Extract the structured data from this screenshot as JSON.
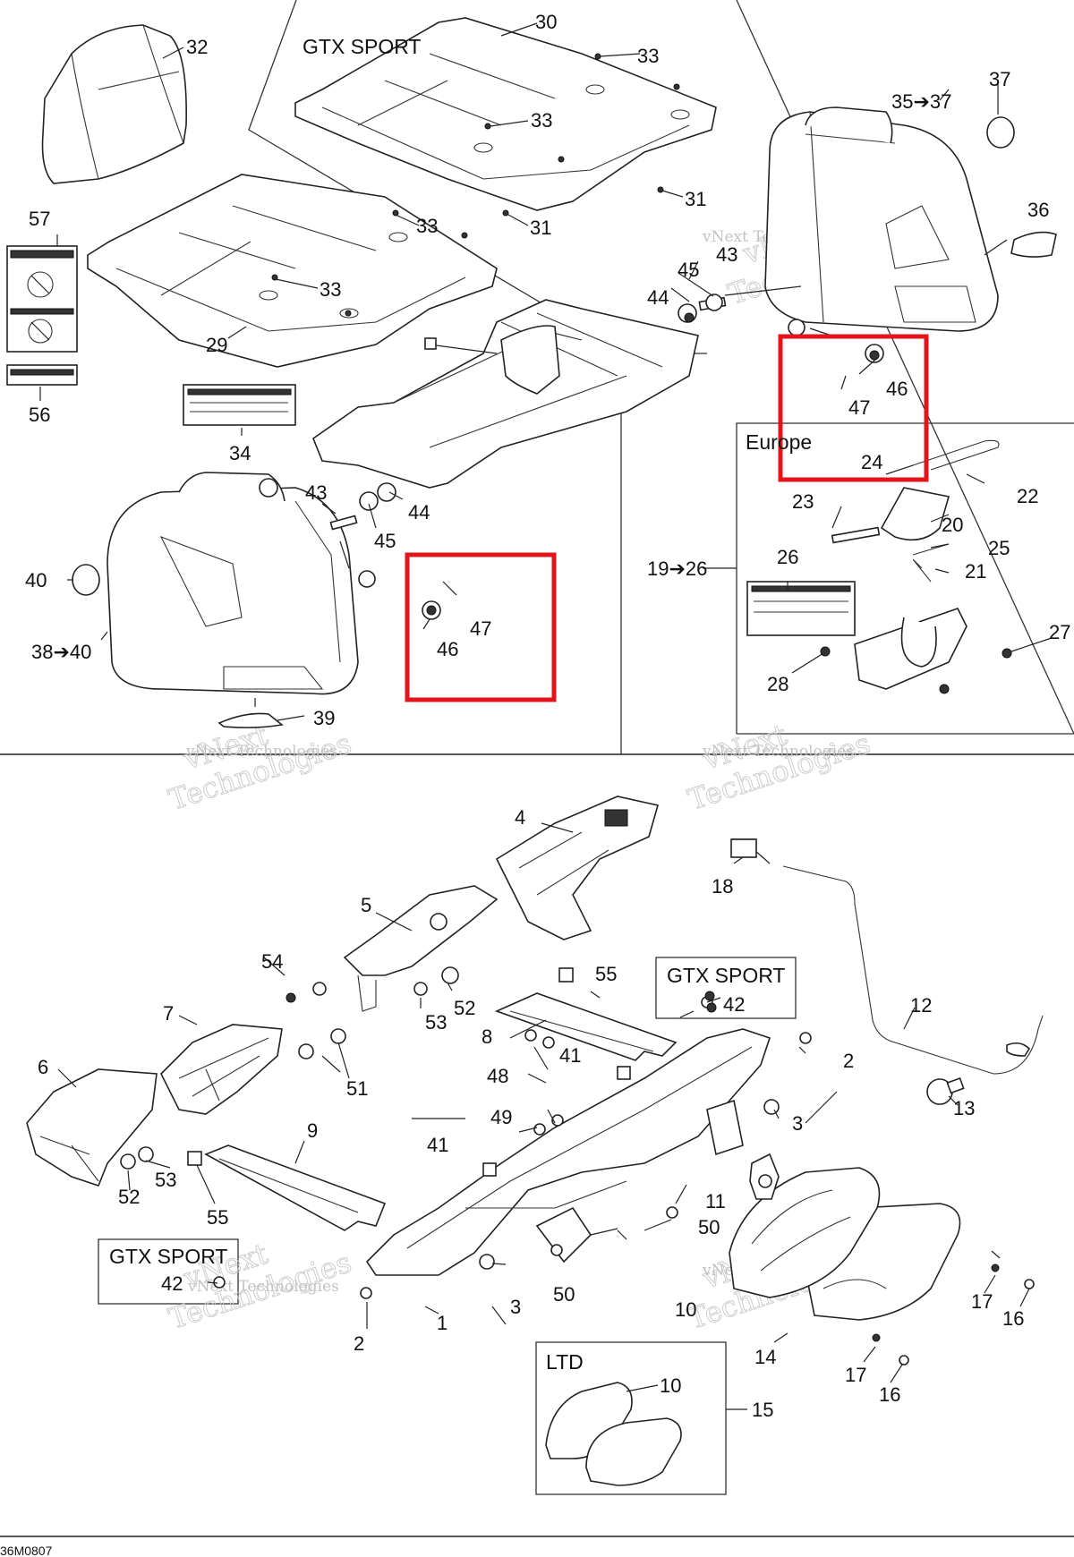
{
  "diagram": {
    "drawing_code": "36M0807",
    "watermark": {
      "line1": "vNext",
      "line2": "Technologies",
      "small": "vNext Technologies"
    },
    "groups": {
      "gtx_sport_top": "GTX SPORT",
      "europe": "Europe",
      "gtx_sport_mid": "GTX SPORT",
      "gtx_sport_low": "GTX SPORT",
      "ltd": "LTD"
    },
    "part_numbers": {
      "p1": "1",
      "p2a": "2",
      "p2b": "2",
      "p3a": "3",
      "p3b": "3",
      "p4": "4",
      "p5": "5",
      "p6": "6",
      "p7": "7",
      "p8": "8",
      "p9": "9",
      "p10a": "10",
      "p10b": "10",
      "p11": "11",
      "p12": "12",
      "p13": "13",
      "p14": "14",
      "p15": "15",
      "p16a": "16",
      "p16b": "16",
      "p17a": "17",
      "p17b": "17",
      "p18": "18",
      "p19_26": "19➔26",
      "p20": "20",
      "p21": "21",
      "p22": "22",
      "p23": "23",
      "p24": "24",
      "p25": "25",
      "p26": "26",
      "p27": "27",
      "p28": "28",
      "p29": "29",
      "p30": "30",
      "p31a": "31",
      "p31b": "31",
      "p32": "32",
      "p33a": "33",
      "p33b": "33",
      "p33c": "33",
      "p33d": "33",
      "p34": "34",
      "p35_37": "35➔37",
      "p36": "36",
      "p37": "37",
      "p38_40": "38➔40",
      "p39": "39",
      "p40": "40",
      "p41a": "41",
      "p41b": "41",
      "p42a": "42",
      "p42b": "42",
      "p43a": "43",
      "p43b": "43",
      "p44a": "44",
      "p44b": "44",
      "p45a": "45",
      "p45b": "45",
      "p46a": "46",
      "p46b": "46",
      "p47a": "47",
      "p47b": "47",
      "p48": "48",
      "p49": "49",
      "p50a": "50",
      "p50b": "50",
      "p51": "51",
      "p52a": "52",
      "p52b": "52",
      "p53a": "53",
      "p53b": "53",
      "p54": "54",
      "p55a": "55",
      "p55b": "55",
      "p56": "56",
      "p57": "57"
    },
    "highlight_color": "#e4141b"
  }
}
